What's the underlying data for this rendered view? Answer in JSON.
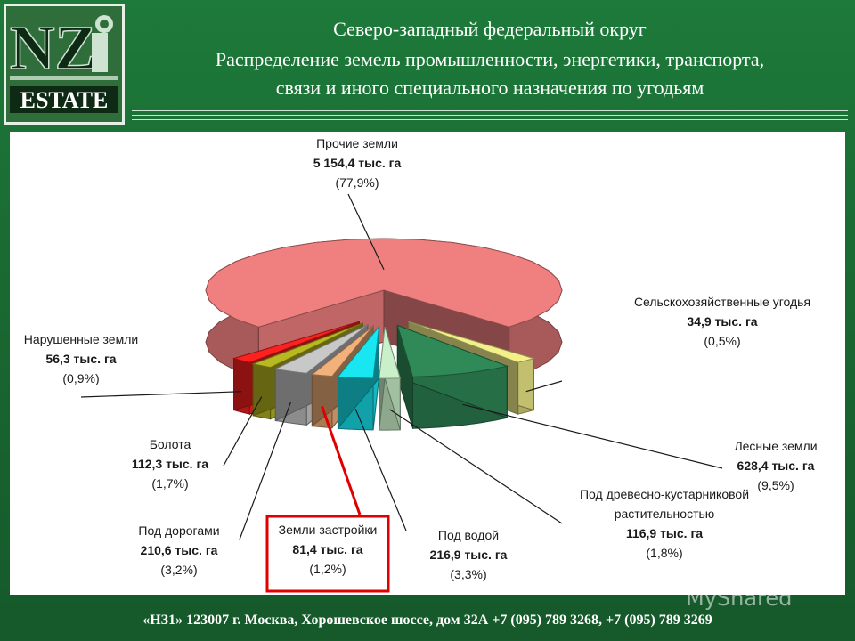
{
  "header": {
    "title_line1": "Северо-западный федеральный округ",
    "title_line2": "Распределение земель промышленности, энергетики, транспорта,",
    "title_line3": "связи и иного специального назначения по угодьям"
  },
  "logo": {
    "text_main": "NZ",
    "text_sub": "ESTATE",
    "accent": "#e00000"
  },
  "chart_data": {
    "type": "pie",
    "unit": "тыс. га",
    "slices": [
      {
        "name": "Прочие земли",
        "value_label": "5 154,4 тыс. га",
        "percent_label": "(77,9%)",
        "value": 5154.4,
        "percent": 77.9,
        "color": "#f08080"
      },
      {
        "name": "Сельскохозяйственные угодья",
        "value_label": "34,9 тыс. га",
        "percent_label": "(0,5%)",
        "value": 34.9,
        "percent": 0.5,
        "color": "#f3f08a"
      },
      {
        "name": "Лесные земли",
        "value_label": "628,4 тыс. га",
        "percent_label": "(9,5%)",
        "value": 628.4,
        "percent": 9.5,
        "color": "#2f8a58"
      },
      {
        "name": "Под древесно-кустарниковой растительностью",
        "value_label": "116,9 тыс. га",
        "percent_label": "(1,8%)",
        "value": 116.9,
        "percent": 1.8,
        "color": "#c9f0c9"
      },
      {
        "name": "Под водой",
        "value_label": "216,9 тыс. га",
        "percent_label": "(3,3%)",
        "value": 216.9,
        "percent": 3.3,
        "color": "#18e6f0"
      },
      {
        "name": "Земли застройки",
        "value_label": "81,4 тыс. га",
        "percent_label": "(1,2%)",
        "value": 81.4,
        "percent": 1.2,
        "color": "#f2b07a"
      },
      {
        "name": "Под дорогами",
        "value_label": "210,6 тыс. га",
        "percent_label": "(3,2%)",
        "value": 210.6,
        "percent": 3.2,
        "color": "#c8c8c8"
      },
      {
        "name": "Болота",
        "value_label": "112,3 тыс. га",
        "percent_label": "(1,7%)",
        "value": 112.3,
        "percent": 1.7,
        "color": "#b8b820"
      },
      {
        "name": "Нарушенные земли",
        "value_label": "56,3 тыс. га",
        "percent_label": "(0,9%)",
        "value": 56.3,
        "percent": 0.9,
        "color": "#ff2020"
      }
    ],
    "highlighted": "Земли застройки",
    "highlight_color": "#e00000"
  },
  "footer": {
    "text": "«НЗ1» 123007 г. Москва, Хорошевское шоссе, дом 32А  +7 (095) 789 3268, +7 (095)  789 3269"
  },
  "watermark": "MyShared"
}
